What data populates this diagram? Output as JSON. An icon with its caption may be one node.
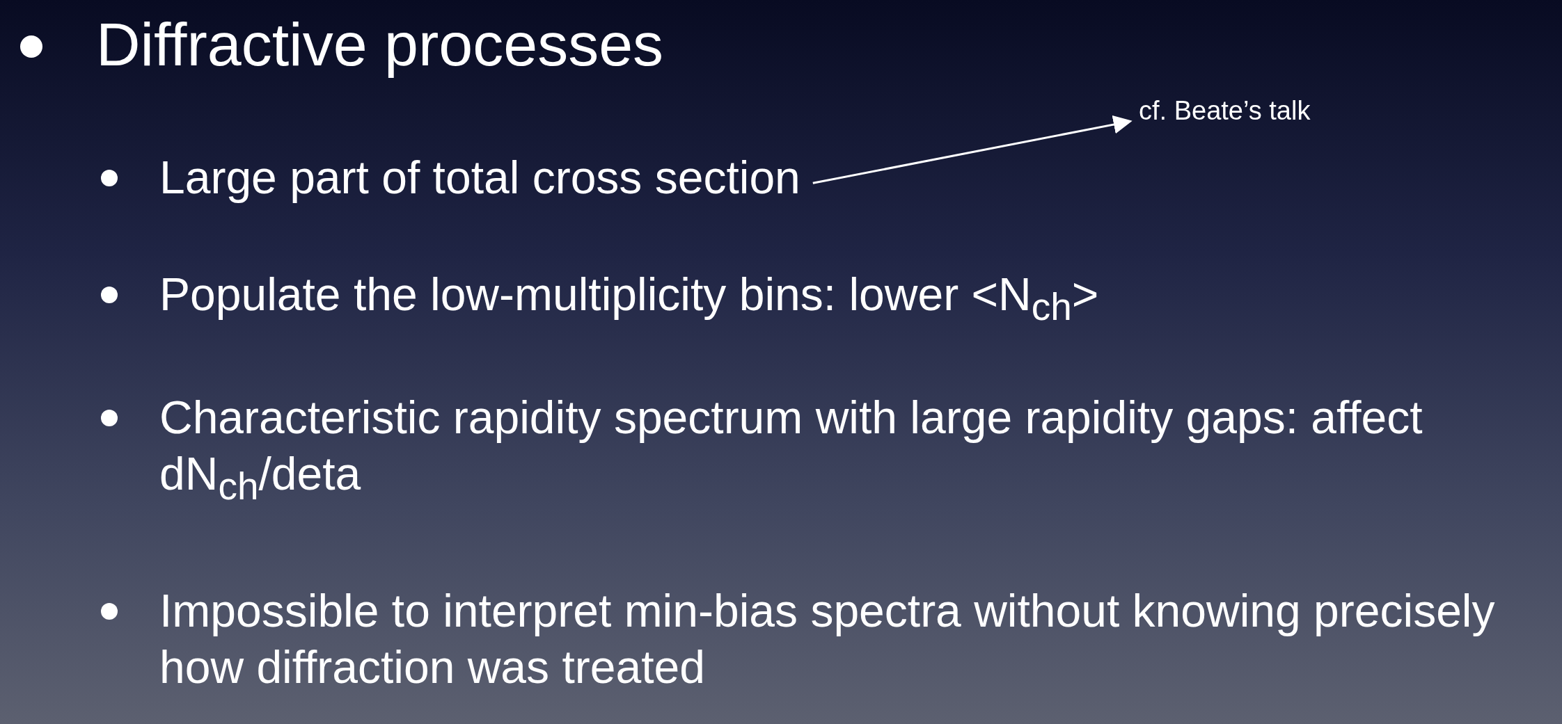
{
  "diagram": {
    "title": "Diffractive processes",
    "nodes": [
      {
        "text": [
          "Large part of total cross section"
        ]
      },
      {
        "text": [
          "cf. Beate’s talk"
        ]
      }
    ],
    "edges": [
      {
        "from": 0,
        "to": 1,
        "arrow": "to"
      }
    ],
    "labels": [
      "Populate the low-multiplicity bins: lower <N$_{ch}$>",
      "Characteristic rapidity spectrum with large rapidity gaps: affect dN$_{ch}$/deta",
      "Impossible to interpret min-bias spectra without knowing precisely how diffraction was treated"
    ]
  }
}
